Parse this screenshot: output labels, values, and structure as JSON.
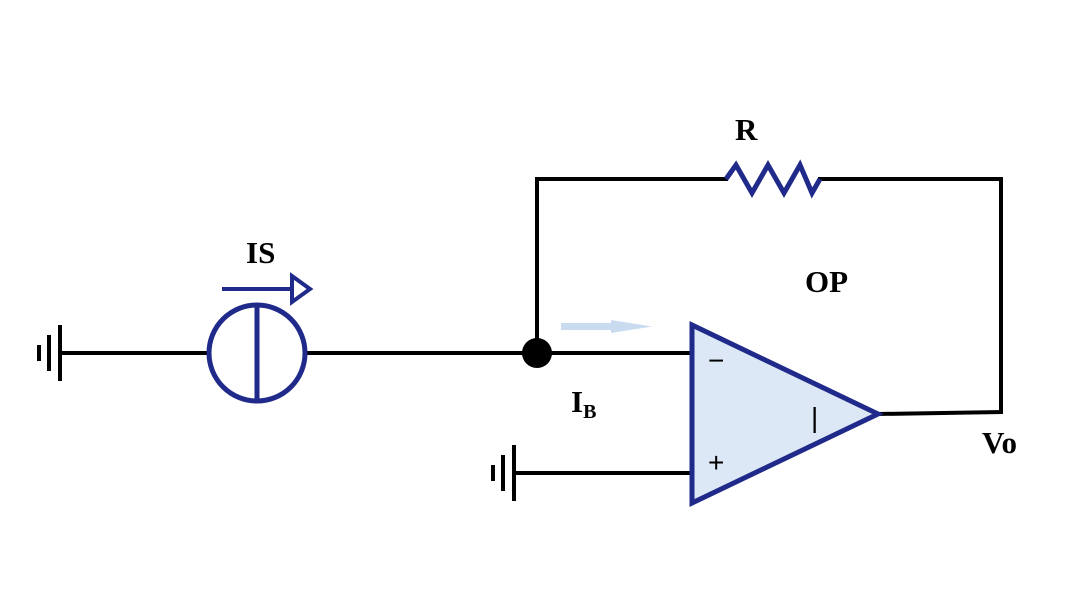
{
  "diagram": {
    "labels": {
      "resistor": "R",
      "current_source": "IS",
      "op_amp": "OP",
      "bias_current_main": "I",
      "bias_current_sub": "B",
      "output": "Vo",
      "inverting_input": "−",
      "non_inverting_input": "+",
      "op_amp_mark": "|"
    },
    "colors": {
      "wire": "#000000",
      "component": "#1f2a8a",
      "op_amp_fill": "#dce8f5",
      "bias_arrow": "#c9dcef",
      "node": "#000000"
    },
    "icons": {
      "ground": "ground-symbol",
      "current_source": "current-source-symbol",
      "resistor": "resistor-zigzag",
      "op_amp": "triangle-op-amp"
    }
  }
}
